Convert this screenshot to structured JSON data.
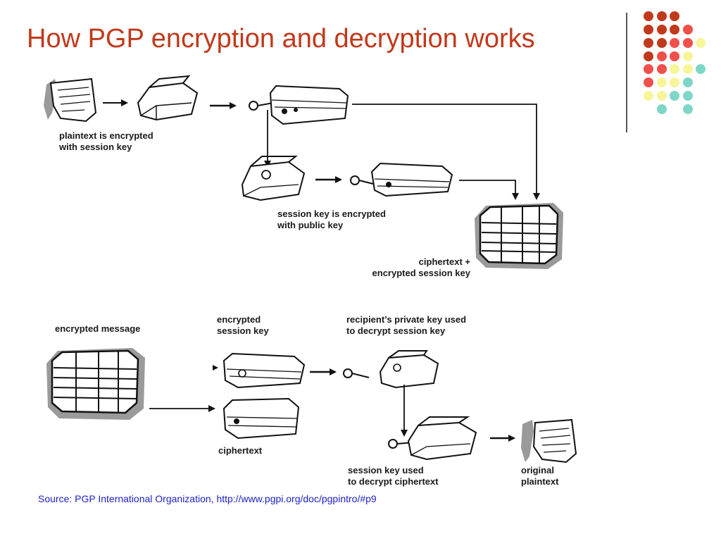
{
  "slide": {
    "title": "How PGP encryption and decryption works",
    "source": "Source: PGP International Organization, http://www.pgpi.org/doc/pgpintro/#p9"
  },
  "labels": {
    "plaintext_encrypted_1": "plaintext is encrypted",
    "plaintext_encrypted_2": "with session key",
    "session_key_encrypted_1": "session key is encrypted",
    "session_key_encrypted_2": "with public key",
    "ciphertext_plus_1": "ciphertext +",
    "ciphertext_plus_2": "encrypted session key",
    "encrypted_message": "encrypted message",
    "encrypted_session_key_1": "encrypted",
    "encrypted_session_key_2": "session key",
    "private_key_used_1": "recipient’s private key used",
    "private_key_used_2": "to decrypt session key",
    "ciphertext": "ciphertext",
    "session_key_used_1": "session key used",
    "session_key_used_2": "to decrypt ciphertext",
    "original_plaintext_1": "original",
    "original_plaintext_2": "plaintext"
  },
  "colors": {
    "title": "#c0391b",
    "dot_dark_red": "#c0391b",
    "dot_coral": "#f0504a",
    "dot_yellow": "#f7f59a",
    "dot_teal": "#7fd6c8",
    "line": "#111111",
    "shadow": "#9a9a9a",
    "source": "#1f22c8"
  }
}
